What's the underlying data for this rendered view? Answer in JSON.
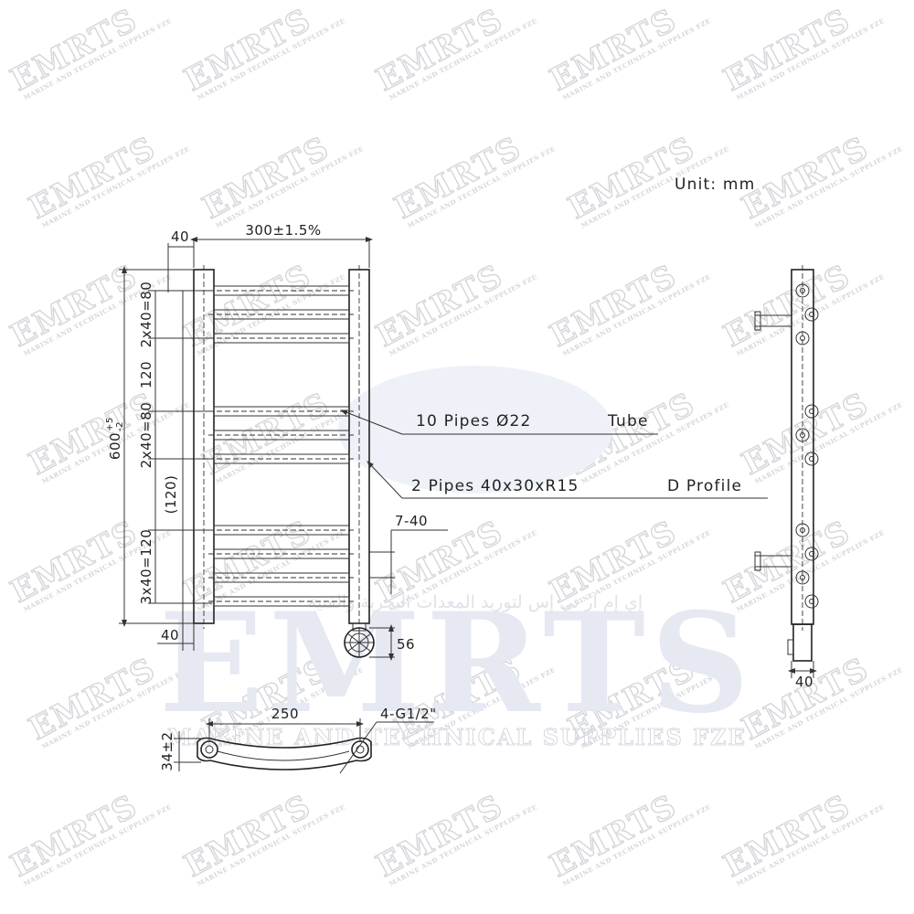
{
  "unit_label": "Unit: mm",
  "dimensions": {
    "overall_width": "300±1.5%",
    "left_offset": "40",
    "height": "600",
    "height_tolerance_upper": "+5",
    "height_tolerance_lower": "-2",
    "group_top": "2x40=80",
    "gap_upper": "120",
    "group_middle": "2x40=80",
    "gap_lower": "(120)",
    "group_bottom": "3x40=120",
    "bottom_offset": "40",
    "right_range": "7-40",
    "valve_height": "56",
    "connection_spacing": "250",
    "connection_thread": "4-G1/2\"",
    "bottom_depth": "34±2",
    "side_depth": "40"
  },
  "callouts": {
    "tube_count": "10 Pipes Ø22",
    "tube_type": "Tube",
    "profile_count": "2 Pipes 40x30xR15",
    "profile_type": "D Profile"
  },
  "watermark": {
    "brand": "EMRTS",
    "tagline": "MARINE AND TECHNICAL SUPPLIES FZE",
    "arabic": "إي إم آر تي إس لتوريد المعدات البحرية والفنية"
  },
  "colors": {
    "line": "#333333",
    "watermark_light": "#d4d6da",
    "watermark_big": "#e6e8f2",
    "background": "#ffffff"
  }
}
